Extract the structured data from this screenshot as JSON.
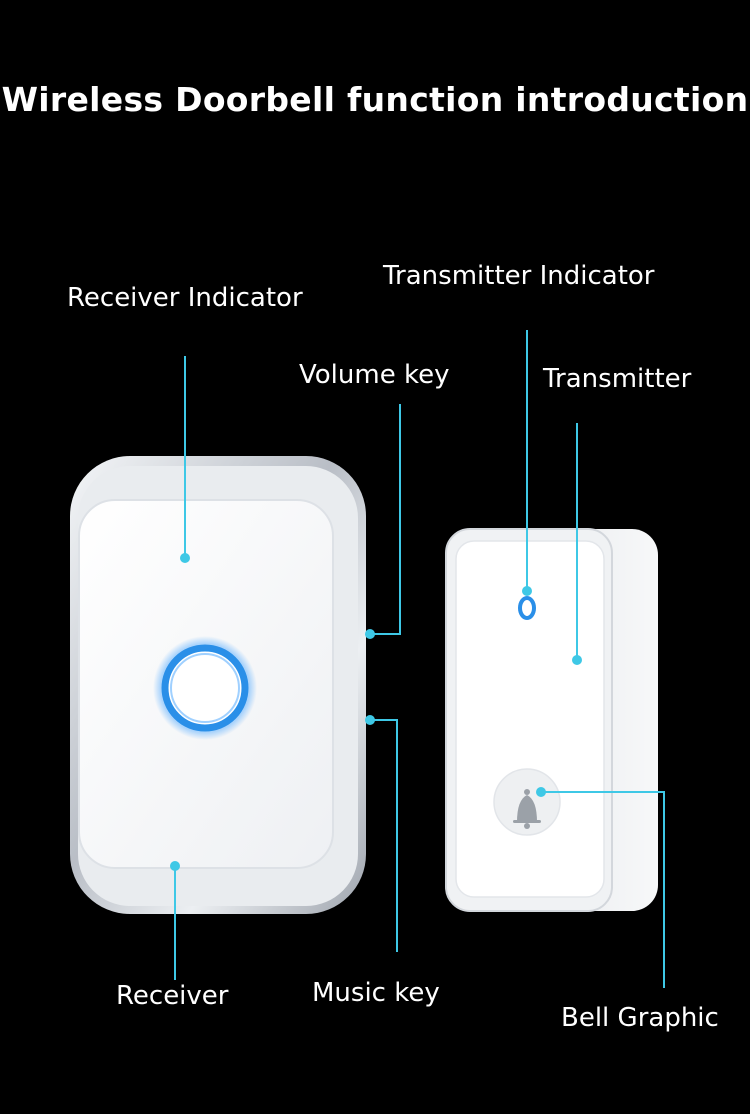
{
  "title": "Wireless Doorbell function introduction",
  "labels": {
    "receiver_indicator": "Receiver Indicator",
    "transmitter_indicator": "Transmitter Indicator",
    "volume_key": "Volume key",
    "transmitter": "Transmitter",
    "receiver": "Receiver",
    "music_key": "Music key",
    "bell_graphic": "Bell Graphic"
  },
  "colors": {
    "background": "#000000",
    "callout": "#3ec8e6",
    "indicator_ring": "#2a8fe8",
    "device_body": "#ffffff",
    "device_rim": "#c9ced6"
  },
  "icons": [
    "bell-icon",
    "receiver-indicator-ring"
  ]
}
